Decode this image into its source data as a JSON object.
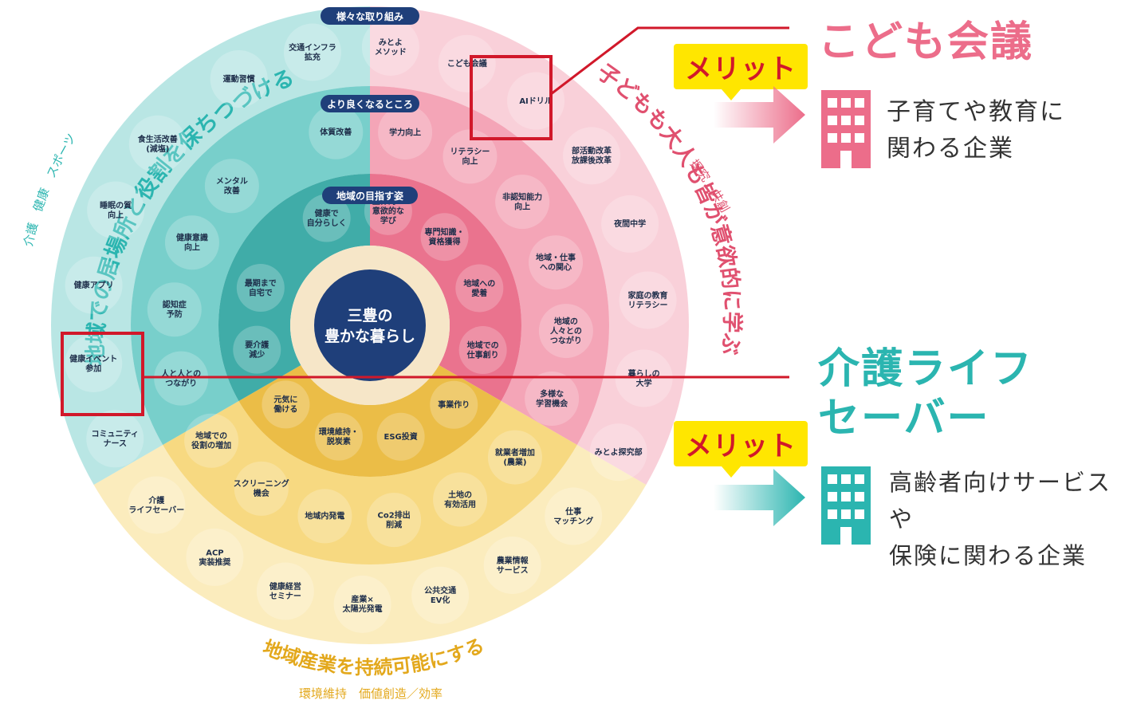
{
  "center": {
    "line1": "三豊の",
    "line2": "豊かな暮らし"
  },
  "banners": {
    "outer": "様々な取り組み",
    "middle": "より良くなるところ",
    "inner": "地域の目指す姿"
  },
  "outer_ring_text": {
    "left": "地域での居場所と役割を保ちつづける",
    "left_sub": "介護　健康　スポーツ",
    "right": "子どもも大人も皆が意欲的に学ぶ",
    "right_sub": "探究　共創",
    "bottom": "地域産業を持続可能にする",
    "bottom_sub": "環境維持　価値創造／効率"
  },
  "outer_items": [
    "運動習慣",
    "交通インフラ\n拡充",
    "みとよ\nメソッド",
    "こども会議",
    "AIドリル",
    "部活動改革\n放課後改革",
    "夜間中学",
    "家庭の教育\nリテラシー",
    "暮らしの\n大学",
    "みとよ探究部",
    "仕事\nマッチング",
    "農業情報\nサービス",
    "公共交通\nEV化",
    "産業×\n太陽光発電",
    "健康経営\nセミナー",
    "ACP\n実装推奨",
    "介護\nライフセーバー",
    "コミュニティ\nナース",
    "健康イベント\n参加",
    "健康アプリ",
    "睡眠の質\n向上",
    "食生活改善\n(減塩)"
  ],
  "middle_items": [
    "体質改善",
    "学力向上",
    "リテラシー\n向上",
    "非認知能力\n向上",
    "地域・仕事\nへの関心",
    "地域の\n人々との\nつながり",
    "多様な\n学習機会",
    "就業者増加\n(農業)",
    "土地の\n有効活用",
    "Co2排出\n削減",
    "地域内発電",
    "スクリーニング\n機会",
    "地域での\n役割の増加",
    "人と人との\nつながり",
    "認知症\n予防",
    "健康意識\n向上",
    "メンタル\n改善"
  ],
  "inner_items": [
    "健康で\n自分らしく",
    "主体的・\n意欲的な\n学び",
    "専門知識・\n資格獲得",
    "地域への\n愛着",
    "地域での\n仕事創り",
    "事業作り",
    "ESG投資",
    "環境維持・\n脱炭素",
    "元気に\n働ける",
    "要介護\n減少",
    "最期まで\n自宅で"
  ],
  "callouts": [
    {
      "title": "こども会議",
      "merit": "メリット",
      "line1": "子育てや教育に",
      "line2": "関わる企業"
    },
    {
      "title1": "介護ライフ",
      "title2": "セーバー",
      "merit": "メリット",
      "line1": "高齢者向けサービスや",
      "line2": "保険に関わる企業"
    }
  ],
  "colors": {
    "teal": "#2bb5b0",
    "pink": "#ec6d8a",
    "yellow": "#f3c23a",
    "navy": "#1f3f7a",
    "red": "#d1182a",
    "badge": "#ffe600"
  }
}
